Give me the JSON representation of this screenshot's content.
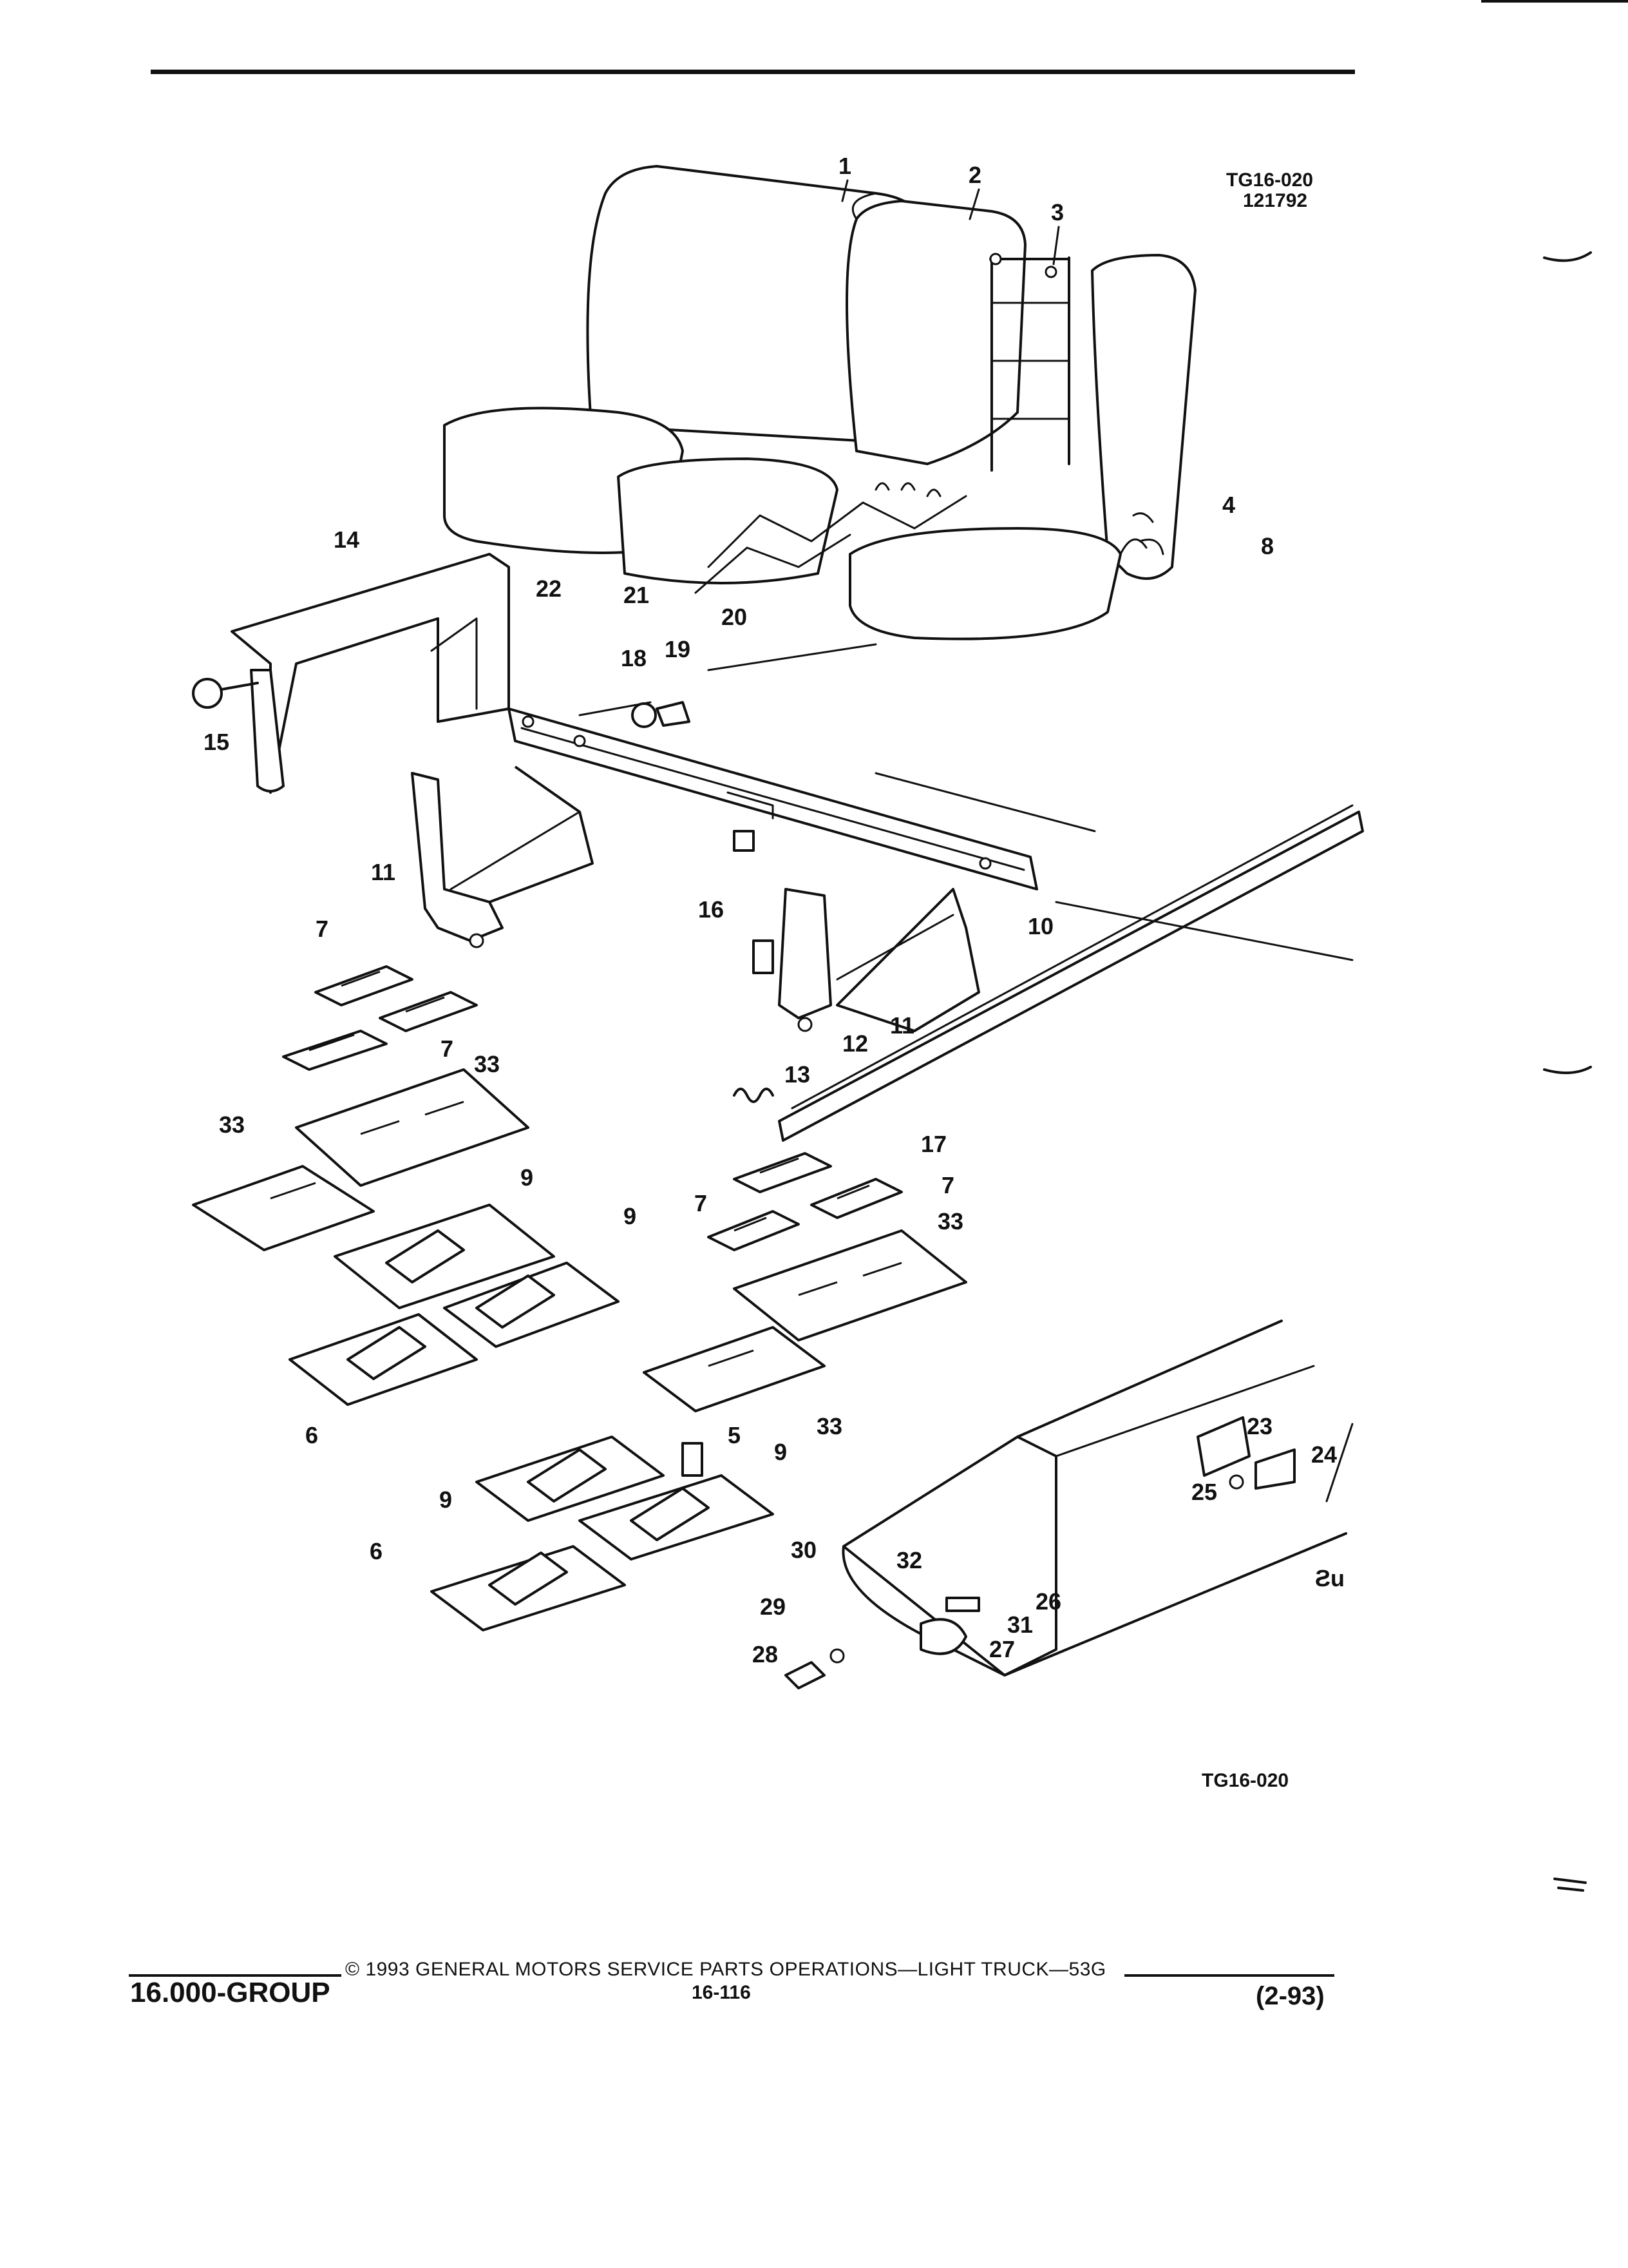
{
  "header": {
    "figure_code": "TG16-020",
    "drawing_number": "121792"
  },
  "diagram": {
    "callouts": [
      "1",
      "2",
      "3",
      "4",
      "8",
      "14",
      "22",
      "21",
      "20",
      "18",
      "19",
      "15",
      "11",
      "16",
      "10",
      "7",
      "7",
      "12",
      "11",
      "13",
      "33",
      "33",
      "17",
      "9",
      "9",
      "7",
      "7",
      "33",
      "6",
      "33",
      "5",
      "9",
      "9",
      "23",
      "24",
      "25",
      "6",
      "30",
      "32",
      "26",
      "29",
      "31",
      "27",
      "28"
    ],
    "bottom_label": "TG16-020",
    "symbol": "Ƨu"
  },
  "footer": {
    "group": "16.000-GROUP",
    "copyright": "© 1993 GENERAL MOTORS SERVICE PARTS OPERATIONS—LIGHT TRUCK—53G",
    "page": "16-116",
    "date": "(2-93)"
  }
}
